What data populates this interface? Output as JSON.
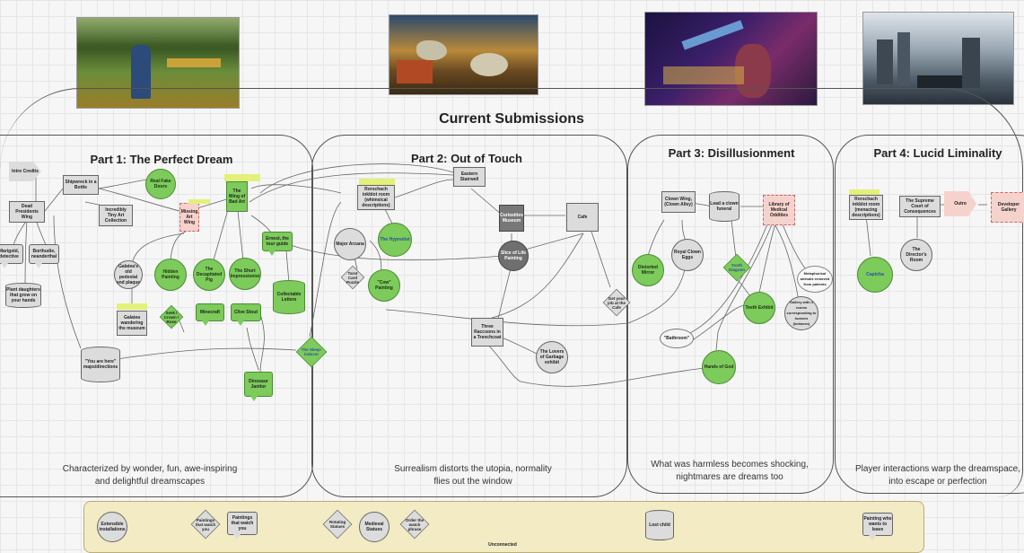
{
  "board_title": "Current Submissions",
  "parts": [
    {
      "title": "Part 1: The Perfect Dream",
      "caption": "Characterized by wonder, fun, awe-inspiring and delightful dreamscapes"
    },
    {
      "title": "Part 2: Out of Touch",
      "caption": "Surrealism distorts the utopia, normality flies out the window"
    },
    {
      "title": "Part 3: Disillusionment",
      "caption": "What was harmless becomes shocking, nightmares are dreams too"
    },
    {
      "title": "Part 4: Lucid Liminality",
      "caption": "Player interactions warp the dreamspace, into escape or perfection"
    }
  ],
  "p1": {
    "intro_credits": "Intro Credits",
    "dead_presidents": "Dead Presidents Wing",
    "marigold": "Marigold, detective",
    "borthudie": "Borthudie, neanderthal",
    "plant_daughters": "Plant daughters that grow on your hands",
    "shipwreck": "Shipwreck in a Bottle",
    "tiny_art": "Incredibly Tiny Art Collection",
    "real_fake_doors": "Real Fake Doors",
    "missing_art_wing": "Missing Art Wing",
    "bad_art": "The Wing of Bad Art",
    "ernest": "Ernest, the tour guide",
    "collectable_letters": "Collectable Letters",
    "galatea_pedestal": "Galatea's old pedestal and plaque",
    "galatea_wandering": "Galatea wandering the museum",
    "hidden_painting": "Hidden Painting",
    "decapitated_pig": "The Decapitated Pig",
    "short_impressionist": "The Short Impressionist",
    "minecraft": "Minecraft",
    "clive_stout": "Clive Stout",
    "seek_crown": "Seek / Crown / Rose",
    "you_are_here": "\"You are here\" maps/directions",
    "sleep_inducer": "The Sleep-inducer",
    "dinosaur_janitor": "Dinosaur Janitor"
  },
  "p2": {
    "eastern_stairwell": "Eastern Stairwell",
    "rorschach": "Rorschach inkblot room (whimsical descriptions)",
    "curiosities": "Curiosities Museum",
    "cafe": "Cafe",
    "major_arcana": "Major Arcana",
    "hypnotist": "The Hypnotist",
    "tarot_card": "Tarot Card Puzzle",
    "cow_painting": "\"Cow\" Painting",
    "slice_of_life": "Slice of Life Painting",
    "three_raccoons": "Three Raccoons in a Trenchcoat",
    "lovers_of_garbage": "The Lovers of Garbage exhibit",
    "get_your_job": "Get your job at the Cafe"
  },
  "p3": {
    "clown_wing": "Clown Wing, (Clown Alley)",
    "clown_funeral": "Lead a clown funeral",
    "medical_oddities": "Library of Medical Oddities",
    "distorted_mirror": "Distorted Mirror",
    "royal_clown_eggs": "Royal Clown Eggs",
    "tooth_diagram": "Tooth Diagram",
    "metaphorical_animals": "Metaphorical animals removed from patients",
    "teeth_exhibit": "Teeth Exhibit",
    "gallery_rooms": "Gallery with 4 rooms corresponding to humors (between)",
    "bathroom": "\"Bathroom\"",
    "hands_of_god": "Hands of God"
  },
  "p4": {
    "rorschach_menacing": "Rorschach inkblot room (menacing descriptions)",
    "supreme_court": "The Supreme Court of Consequences",
    "directors_room": "The Director's Room",
    "outro": "Outro",
    "developer_gallery": "Developer Gallery",
    "captcha": "Captcha"
  },
  "unconnected": {
    "label": "Unconnected",
    "items": [
      "Extensible installations",
      "Paintings that watch you",
      "Paintings that watch you",
      "Rotating Statues",
      "Medieval Statues",
      "Order the watch phrase",
      "Lost child",
      "Painting who wants to leave"
    ]
  },
  "colors": {
    "green": "#7ccb5b",
    "grey": "#dcdcdc",
    "pink": "#f6d2cc",
    "tray": "#f2ebc3"
  }
}
